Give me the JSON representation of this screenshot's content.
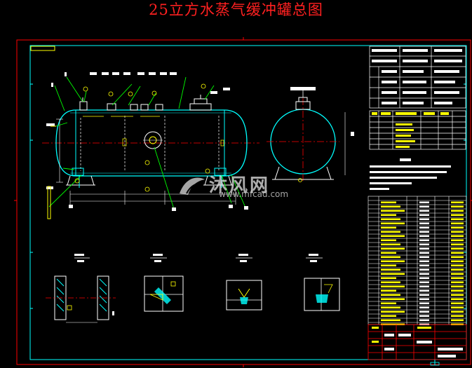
{
  "title": "25立方水蒸气缓冲罐总图",
  "watermark": {
    "main": "沐风网",
    "sub": "www.mfcad.com"
  },
  "colors": {
    "background": "#000000",
    "title": "#ff2020",
    "frame": "#ff0000",
    "inner_frame": "#00ffff",
    "vessel": "#00ffff",
    "leader": "#00ff00",
    "label": "#ffffff",
    "table_line": "#ffffff",
    "table_accent": "#ffff00",
    "center_line": "#ff0000"
  }
}
